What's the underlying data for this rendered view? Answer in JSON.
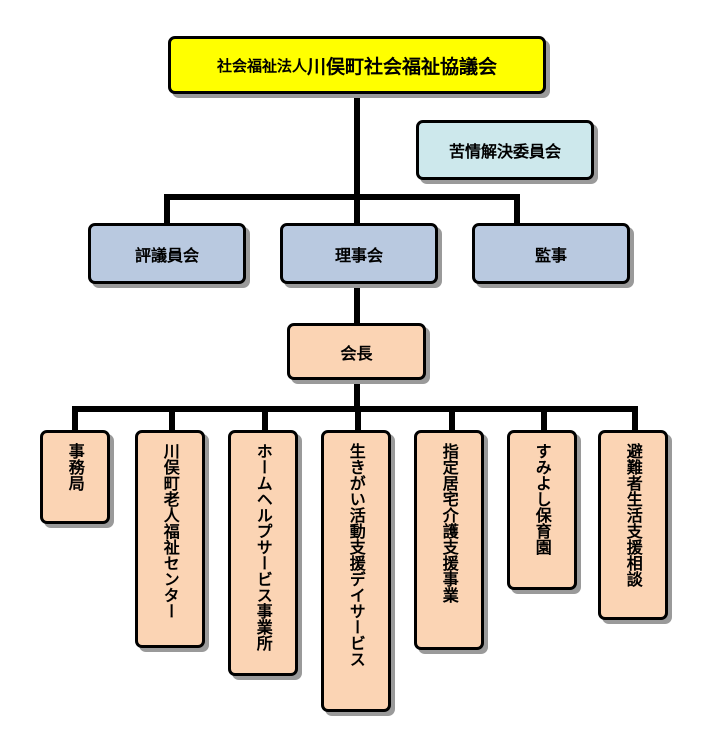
{
  "org": {
    "top_prefix": "社会福祉法人",
    "top_name": "川俣町社会福祉協議会",
    "complaint_committee": "苦情解決委員会",
    "councilors": "評議員会",
    "board": "理事会",
    "auditor": "監事",
    "chairman": "会長"
  },
  "departments": [
    {
      "label": "事務局"
    },
    {
      "label": "川俣町老人福祉センター"
    },
    {
      "label": "ホームヘルプサービス事業所"
    },
    {
      "label": "生きがい活動支援デイサービス"
    },
    {
      "label": "指定居宅介護支援事業"
    },
    {
      "label": "すみよし保育園"
    },
    {
      "label": "避難者生活支援相談"
    }
  ],
  "colors": {
    "top_fill": "#ffff00",
    "complaint_fill": "#cde8ec",
    "board_fill": "#b9c9e0",
    "department_fill": "#fbd4b4",
    "line": "#000000"
  }
}
